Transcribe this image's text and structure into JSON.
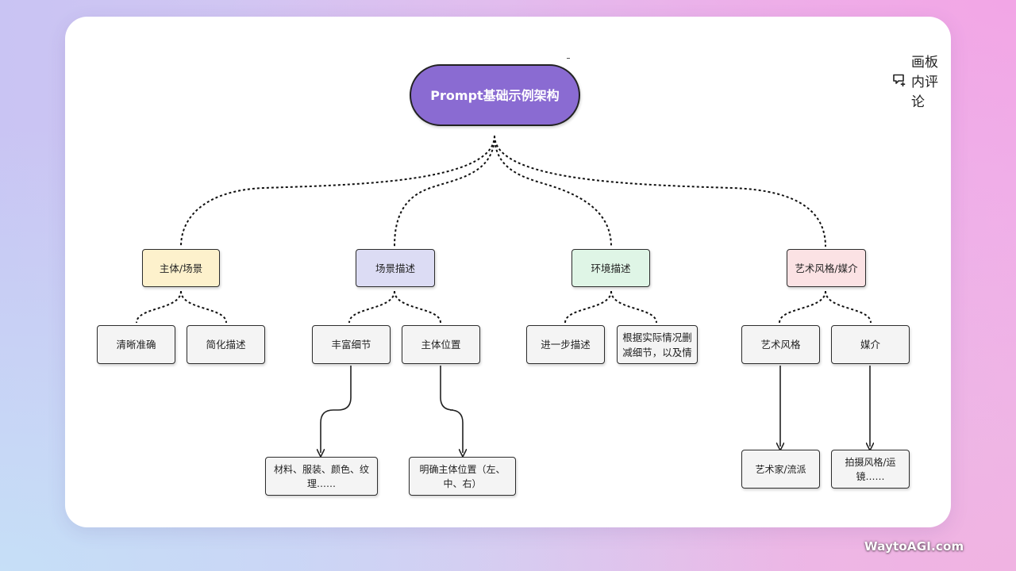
{
  "comment_button": {
    "label": "画板内评论",
    "icon": "comment-add-icon"
  },
  "watermark": "WaytoAGI.com",
  "colors": {
    "root": "#8a6bd2",
    "subject": "#fdf1cc",
    "scene": "#dcdcf4",
    "environment": "#dff5e6",
    "art": "#fbe2e4",
    "leaf": "#f4f4f4"
  },
  "diagram": {
    "root": "Prompt基础示例架构",
    "branches": [
      {
        "id": "subject",
        "label": "主体/场景",
        "children": [
          {
            "id": "clear",
            "label": "清晰准确"
          },
          {
            "id": "simple",
            "label": "简化描述"
          }
        ]
      },
      {
        "id": "scene",
        "label": "场景描述",
        "children": [
          {
            "id": "rich",
            "label": "丰富细节",
            "child": {
              "id": "material",
              "label": "材料、服装、颜色、纹理……"
            }
          },
          {
            "id": "position",
            "label": "主体位置",
            "child": {
              "id": "clear-pos",
              "label": "明确主体位置（左、中、右）"
            }
          }
        ]
      },
      {
        "id": "env",
        "label": "环境描述",
        "children": [
          {
            "id": "further",
            "label": "进一步描述"
          },
          {
            "id": "trim",
            "label": "根据实际情况删减细节，以及情"
          }
        ]
      },
      {
        "id": "art",
        "label": "艺术风格/媒介",
        "children": [
          {
            "id": "style",
            "label": "艺术风格",
            "child": {
              "id": "artist",
              "label": "艺术家/流派"
            }
          },
          {
            "id": "medium",
            "label": "媒介",
            "child": {
              "id": "photo",
              "label": "拍摄风格/运镜……"
            }
          }
        ]
      }
    ]
  }
}
